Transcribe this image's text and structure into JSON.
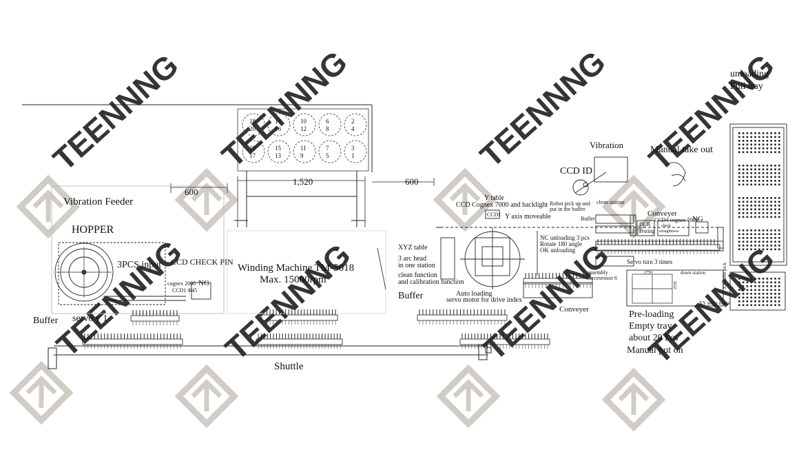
{
  "labels": {
    "unloading": "unloading",
    "full_tray": "Full tray",
    "vibration": "Vibration",
    "manual_take_out": "Manual take out",
    "ccd_id": "CCD ID",
    "robot_pick": "Robot pick up and",
    "put_buffer": "put in the buffer",
    "clean_station": "clean station",
    "conveyer_top": "Conveyer",
    "ccd4": "CCD4 cognex 7000",
    "ng_right": "NG",
    "buffer_small": "Buffer",
    "dcr": "DCR",
    "testing": "Testing",
    "check_straightness_1": "check",
    "check_straightness_2": "straightness",
    "nc_unloading": "NC unloading 3 pcs",
    "rotate": "Rotate 180 angle",
    "ok_unloading": "OK unloading",
    "servo_turn": "Servo turn 3 times",
    "assembly": "assembly",
    "forcesensor": "forcesensor 6",
    "y_table": "Y table",
    "ccd_cognex": "CCD Cognex 7000 and backlight",
    "ccd1_mid": "CCD1",
    "y_axis": "Y axis moveable",
    "xyz_table": "XYZ table",
    "arc_head_1": "3 arc head",
    "arc_head_2": "in one station",
    "clean_func": "clean function",
    "calib_func": "and calibration function",
    "buffer_mid": "Buffer",
    "auto_loading": "Auto loading",
    "servo_drive": "servo motor for drive index",
    "conveyer_mid": "Conveyer",
    "pre_loading": "Pre-loading",
    "empty_tray": "Empty tray",
    "about_20": "about 20 Pcs",
    "manual_put_on": "Manual put on",
    "vibration_feeder": "Vibration Feeder",
    "hopper": "HOPPER",
    "three_pcs": "3PCS input",
    "ccd_check_pin": "CCD CHECK PIN",
    "cognex_2000": "cognex 2000",
    "ccd1_left": "CCD1 Φ45",
    "ng_left": "NG",
    "buffer_left": "Buffer",
    "servo_y": "servo y 1",
    "winding_1": "Winding Machine TM-5018",
    "winding_2": "Max. 15000rpm",
    "shuttle": "Shuttle",
    "dim_600_left": "600",
    "dim_1520": "1,520",
    "dim_600_right": "600",
    "xy_table_pick": "XY table pick",
    "xy_servo_motor": "XY servo motor",
    "down_station": "down station",
    "dim_2750": "2750",
    "dim_2530": "2530"
  },
  "spindles": {
    "top_row": [
      "18\n20",
      "14\n16",
      "10\n12",
      "6\n8",
      "2\n4"
    ],
    "bottom_row": [
      "19\n17",
      "15\n13",
      "11\n9",
      "7\n5",
      "3\n1"
    ]
  },
  "watermark": {
    "text": "TEENNNG",
    "color": "#c9c4bc"
  }
}
